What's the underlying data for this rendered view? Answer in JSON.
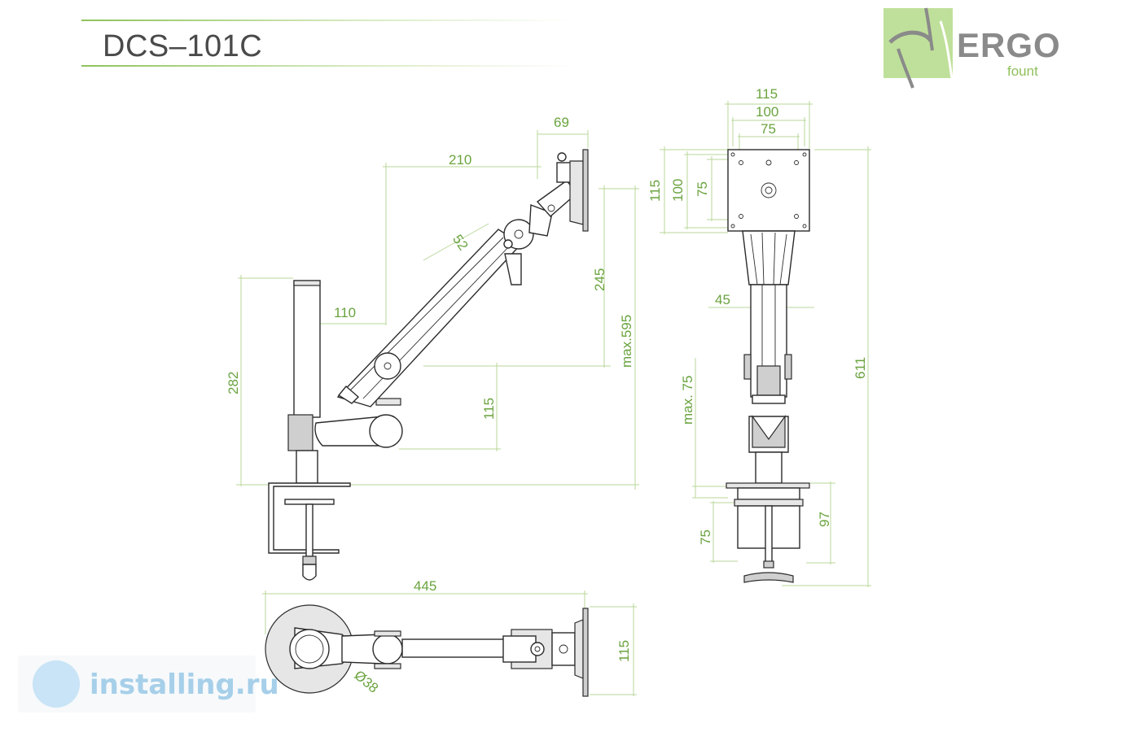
{
  "title": "DCS–101C",
  "colors": {
    "accent": "#8fc25a",
    "dimension": "#6aa33e",
    "line": "#2b2b2b"
  },
  "logo": {
    "word": "ERGO",
    "sub": "fount",
    "icon": "ergofount-swoosh-icon"
  },
  "watermark": {
    "text": "installing.ru",
    "icon": "installing-badge-icon"
  },
  "dimensions": {
    "arm_top_width": "69",
    "arm_reach_upper": "210",
    "arm_segment": "52",
    "pole_offset": "110",
    "pole_height": "282",
    "lift_range": "245",
    "max_height": "max.595",
    "lower_lift": "115",
    "total_length": "445",
    "top_view_width": "115",
    "pole_diameter": "Ø38",
    "vesa_outer": "115",
    "vesa_mid": "100",
    "vesa_inner": "75",
    "vesa_outer_v": "115",
    "vesa_mid_v": "100",
    "vesa_inner_v": "75",
    "tilt_offset": "45",
    "total_height": "611",
    "max_desk": "max. 75",
    "clamp_depth": "75",
    "clamp_height": "97"
  }
}
